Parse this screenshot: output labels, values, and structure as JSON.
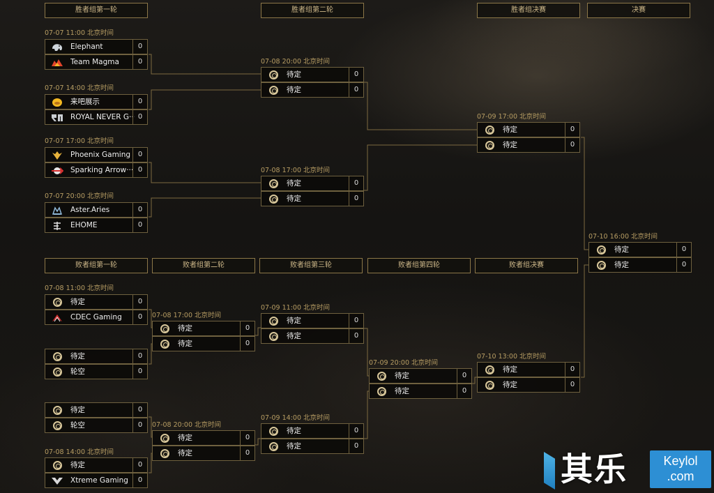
{
  "headers": {
    "ub_r1": "胜者组第一轮",
    "ub_r2": "胜者组第二轮",
    "ub_final": "胜者组决赛",
    "grand_final": "决赛",
    "lb_r1": "败者组第一轮",
    "lb_r2": "败者组第二轮",
    "lb_r3": "败者组第三轮",
    "lb_r4": "败者组第四轮",
    "lb_final": "败者组决赛"
  },
  "matches": {
    "ub_r1_m1": {
      "time": "07-07 11:00 北京时间",
      "teams": [
        {
          "name": "Elephant",
          "score": "0",
          "logo": "elephant-logo"
        },
        {
          "name": "Team Magma",
          "score": "0",
          "logo": "magma-logo"
        }
      ]
    },
    "ub_r1_m2": {
      "time": "07-07 14:00 北京时间",
      "teams": [
        {
          "name": "来吧展示",
          "score": "0",
          "logo": "laiba-logo"
        },
        {
          "name": "ROYAL NEVER G···",
          "score": "0",
          "logo": "rng-logo"
        }
      ]
    },
    "ub_r1_m3": {
      "time": "07-07 17:00 北京时间",
      "teams": [
        {
          "name": "Phoenix Gaming",
          "score": "0",
          "logo": "phoenix-logo"
        },
        {
          "name": "Sparking Arrow···",
          "score": "0",
          "logo": "sparking-arrow-logo"
        }
      ]
    },
    "ub_r1_m4": {
      "time": "07-07 20:00 北京时间",
      "teams": [
        {
          "name": "Aster.Aries",
          "score": "0",
          "logo": "aster-logo"
        },
        {
          "name": "EHOME",
          "score": "0",
          "logo": "ehome-logo"
        }
      ]
    },
    "ub_r2_m1": {
      "time": "07-08 20:00 北京时间",
      "teams": [
        {
          "name": "待定",
          "score": "0"
        },
        {
          "name": "待定",
          "score": "0"
        }
      ]
    },
    "ub_r2_m2": {
      "time": "07-08 17:00 北京时间",
      "teams": [
        {
          "name": "待定",
          "score": "0"
        },
        {
          "name": "待定",
          "score": "0"
        }
      ]
    },
    "ub_final": {
      "time": "07-09 17:00 北京时间",
      "teams": [
        {
          "name": "待定",
          "score": "0"
        },
        {
          "name": "待定",
          "score": "0"
        }
      ]
    },
    "grand_final": {
      "time": "07-10 16:00 北京时间",
      "teams": [
        {
          "name": "待定",
          "score": "0"
        },
        {
          "name": "待定",
          "score": "0"
        }
      ]
    },
    "lb_r1_m1": {
      "time": "07-08 11:00 北京时间",
      "teams": [
        {
          "name": "待定",
          "score": "0"
        },
        {
          "name": "CDEC Gaming",
          "score": "0",
          "logo": "cdec-logo"
        }
      ]
    },
    "lb_r1_m2": {
      "time": "",
      "teams": [
        {
          "name": "待定",
          "score": "0"
        },
        {
          "name": "轮空",
          "score": "0"
        }
      ]
    },
    "lb_r1_m3": {
      "time": "",
      "teams": [
        {
          "name": "待定",
          "score": "0"
        },
        {
          "name": "轮空",
          "score": "0"
        }
      ]
    },
    "lb_r1_m4": {
      "time": "07-08 14:00 北京时间",
      "teams": [
        {
          "name": "待定",
          "score": "0"
        },
        {
          "name": "Xtreme Gaming",
          "score": "0",
          "logo": "xtreme-logo"
        }
      ]
    },
    "lb_r2_m1": {
      "time": "07-08 17:00 北京时间",
      "teams": [
        {
          "name": "待定",
          "score": "0"
        },
        {
          "name": "待定",
          "score": "0"
        }
      ]
    },
    "lb_r2_m2": {
      "time": "07-08 20:00 北京时间",
      "teams": [
        {
          "name": "待定",
          "score": "0"
        },
        {
          "name": "待定",
          "score": "0"
        }
      ]
    },
    "lb_r3_m1": {
      "time": "07-09 11:00 北京时间",
      "teams": [
        {
          "name": "待定",
          "score": "0"
        },
        {
          "name": "待定",
          "score": "0"
        }
      ]
    },
    "lb_r3_m2": {
      "time": "07-09 14:00 北京时间",
      "teams": [
        {
          "name": "待定",
          "score": "0"
        },
        {
          "name": "待定",
          "score": "0"
        }
      ]
    },
    "lb_r4": {
      "time": "07-09 20:00 北京时间",
      "teams": [
        {
          "name": "待定",
          "score": "0"
        },
        {
          "name": "待定",
          "score": "0"
        }
      ]
    },
    "lb_final": {
      "time": "07-10 13:00 北京时间",
      "teams": [
        {
          "name": "待定",
          "score": "0"
        },
        {
          "name": "待定",
          "score": "0"
        }
      ]
    }
  },
  "watermark": {
    "brand_cn": "其乐",
    "site_line1": "Keylol",
    "site_line2": ".com"
  },
  "colors": {
    "accent_gold": "#b79d63",
    "border_gold": "#8c7748",
    "watermark_blue": "#2d8fd4"
  }
}
